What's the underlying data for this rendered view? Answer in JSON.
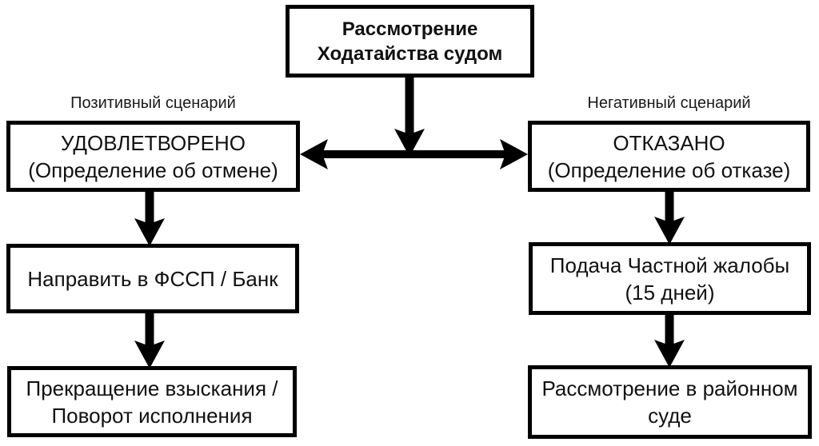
{
  "diagram": {
    "type": "flowchart",
    "colors": {
      "background": "#ffffff",
      "line": "#000000",
      "text": "#111111"
    },
    "nodes": {
      "root": {
        "lines": [
          "Рассмотрение",
          "Ходатайства судом"
        ]
      },
      "granted": {
        "lines": [
          "УДОВЛЕТВОРЕНО",
          "(Определение об отмене)"
        ]
      },
      "send_fssp_bank": {
        "lines": [
          "Направить в ФССП / Банк"
        ]
      },
      "termination": {
        "lines": [
          "Прекращение взыскания /",
          "Поворот исполнения"
        ]
      },
      "refused": {
        "lines": [
          "ОТКАЗАНО",
          "(Определение об отказе)"
        ]
      },
      "private_complaint": {
        "lines": [
          "Подача Частной жалобы",
          "(15 дней)"
        ]
      },
      "district_court": {
        "lines": [
          "Рассмотрение в районном",
          "суде"
        ]
      }
    },
    "labels": {
      "positive_scenario": "Позитивный сценарий",
      "negative_scenario": "Негативный сценарий"
    },
    "edges": [
      {
        "from": "root",
        "to": "granted",
        "style": "thick-arrow"
      },
      {
        "from": "root",
        "to": "refused",
        "style": "thick-arrow"
      },
      {
        "from": "granted",
        "to": "send_fssp_bank",
        "style": "thick-arrow"
      },
      {
        "from": "send_fssp_bank",
        "to": "termination",
        "style": "thick-arrow"
      },
      {
        "from": "refused",
        "to": "private_complaint",
        "style": "thick-arrow"
      },
      {
        "from": "private_complaint",
        "to": "district_court",
        "style": "thick-arrow"
      }
    ]
  }
}
